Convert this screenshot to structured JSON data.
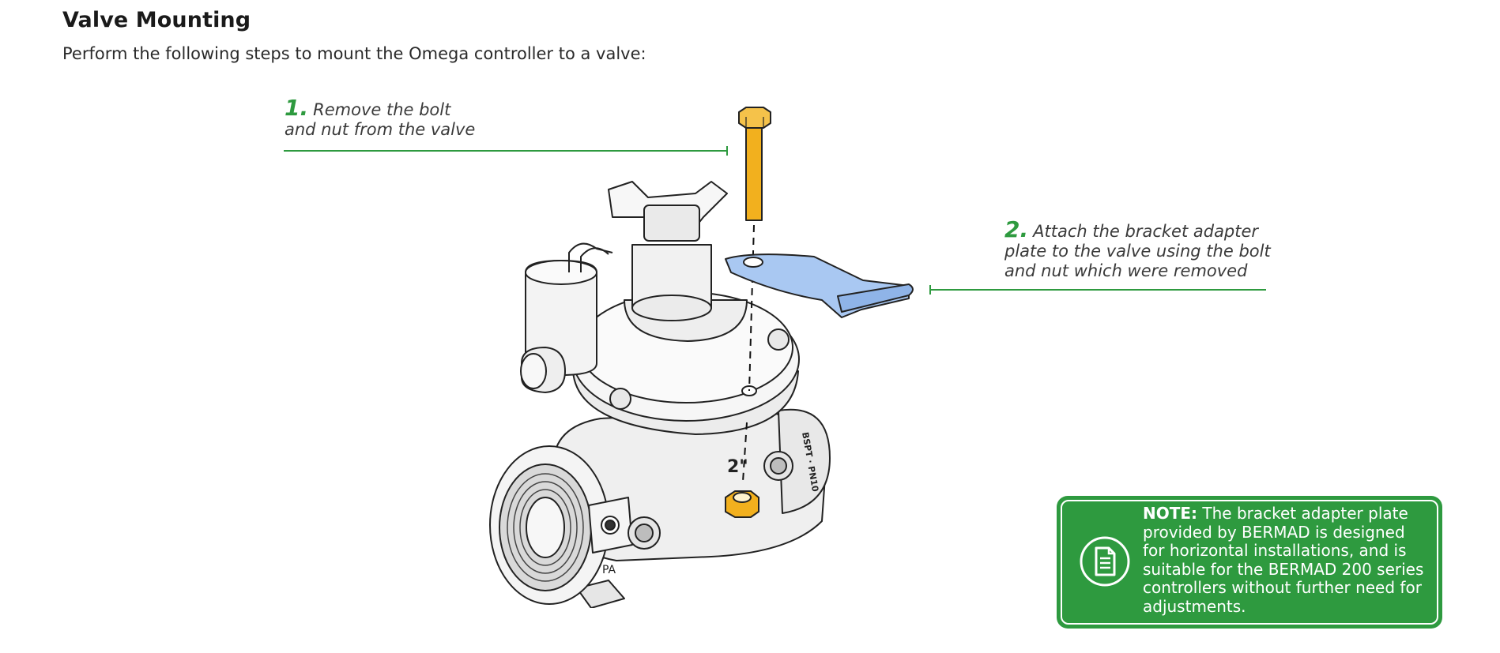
{
  "header": {
    "title": "Valve Mounting",
    "intro": "Perform the following steps to mount the Omega controller to a valve:"
  },
  "steps": [
    {
      "number": "1.",
      "text_line1": "Remove the bolt",
      "text_line2": "and nut from the valve"
    },
    {
      "number": "2.",
      "text_line1": "Attach the bracket adapter",
      "text_line2": "plate to the valve using the bolt",
      "text_line3": "and nut which were removed"
    }
  ],
  "illustration": {
    "valve_port_label": "PA",
    "size_marking": "2\"",
    "thread_marking": "BSPT · PN10"
  },
  "note": {
    "label": "NOTE:",
    "text": " The bracket adapter plate provided by BERMAD is designed for horizontal installations, and is suitable for the BERMAD 200 series controllers without further need for adjustments.",
    "icon": "document-icon"
  },
  "colors": {
    "accent_green": "#2e9a3f",
    "bolt_yellow": "#f2b01e",
    "bracket_blue": "#a9c8f2"
  }
}
